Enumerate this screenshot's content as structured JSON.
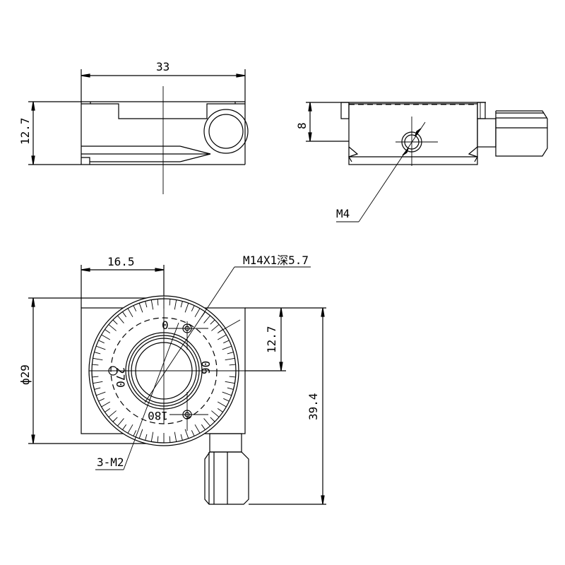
{
  "title": "Rotation stage technical drawing",
  "front_view": {
    "width_dim": "33",
    "height_dim": "12.7"
  },
  "side_view": {
    "height_dim": "8",
    "thread_callout": "M4"
  },
  "top_view": {
    "offset_dim": "16.5",
    "thread_callout": "M14X1深5.7",
    "dial_diameter": "ф29",
    "center_height_dim": "12.7",
    "overall_length_dim": "39.4",
    "holes_callout": "3-M2",
    "dial_labels": [
      "0",
      "90",
      "180",
      "270"
    ]
  }
}
